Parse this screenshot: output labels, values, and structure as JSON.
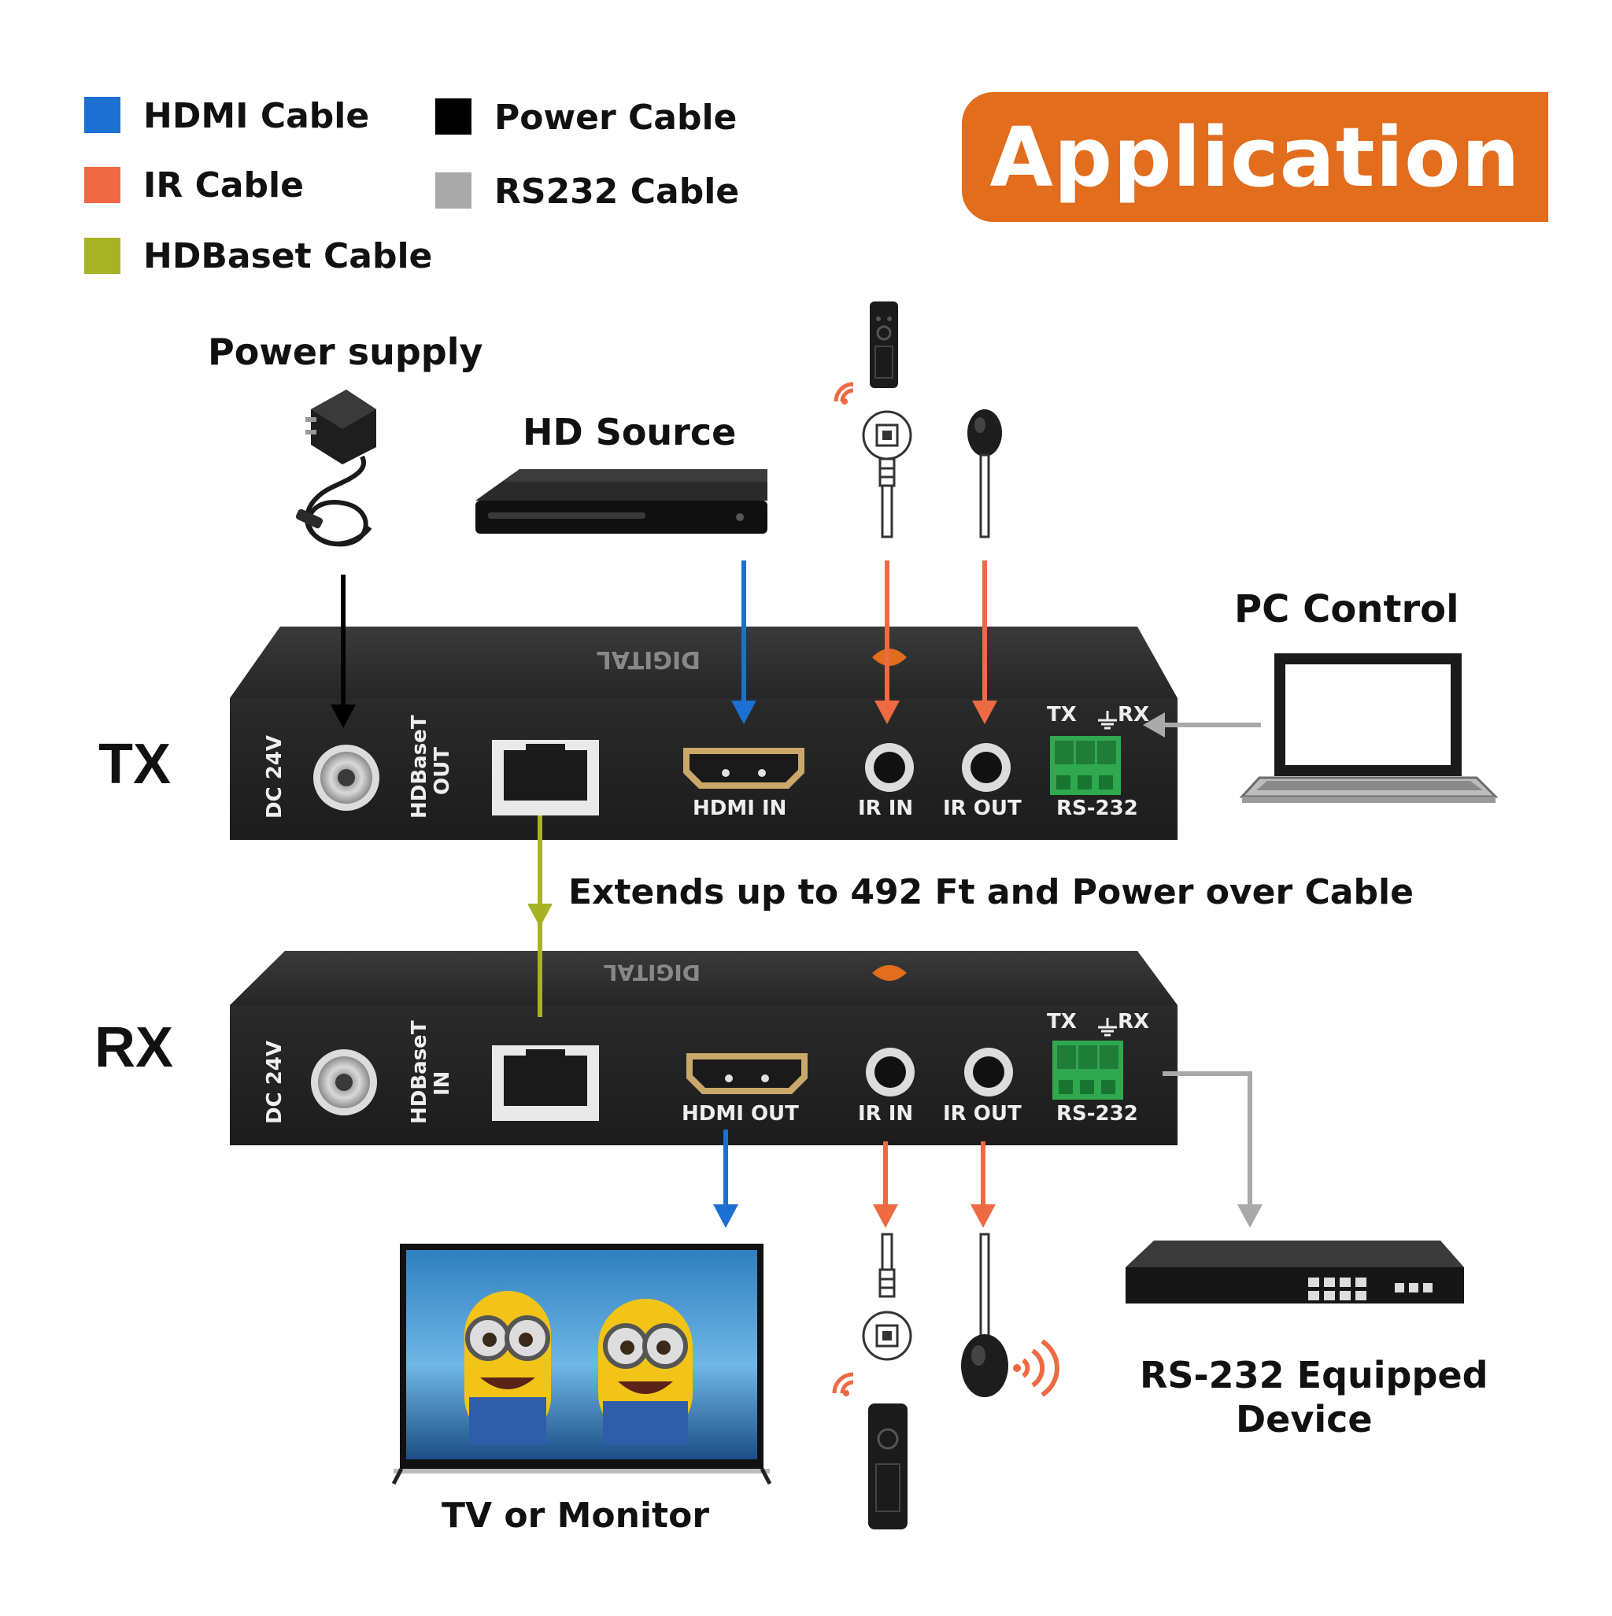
{
  "legend": {
    "items": [
      {
        "label": "HDMI Cable",
        "color": "#1d6fd1"
      },
      {
        "label": "IR Cable",
        "color": "#ee6a43"
      },
      {
        "label": "HDBaset Cable",
        "color": "#a7b325"
      },
      {
        "label": "Power Cable",
        "color": "#000000"
      },
      {
        "label": "RS232 Cable",
        "color": "#a9a9a9"
      }
    ]
  },
  "banner": {
    "label": "Application",
    "color": "#e16d1d"
  },
  "devices": {
    "power_supply": "Power supply",
    "hd_source": "HD Source",
    "pc_control": "PC Control",
    "tv_monitor": "TV or Monitor",
    "rs232_device_line1": "RS-232 Equipped",
    "rs232_device_line2": "Device"
  },
  "units": {
    "tx_label": "TX",
    "rx_label": "RX",
    "extends_note": "Extends up to 492 Ft and Power over Cable"
  },
  "tx_ports": {
    "dc": "DC 24V",
    "hdbaset_line1": "HDBaseT",
    "hdbaset_line2": "OUT",
    "hdmi": "HDMI IN",
    "ir_in": "IR IN",
    "ir_out": "IR OUT",
    "rs232": "RS-232",
    "rs232_tx": "TX",
    "rs232_rx": "RX"
  },
  "rx_ports": {
    "dc": "DC 24V",
    "hdbaset_line1": "HDBaseT",
    "hdbaset_line2": "IN",
    "hdmi": "HDMI OUT",
    "ir_in": "IR IN",
    "ir_out": "IR OUT",
    "rs232": "RS-232",
    "rs232_tx": "TX",
    "rs232_rx": "RX"
  },
  "colors": {
    "hdmi": "#1d6fd1",
    "ir": "#ee6a43",
    "hdbaset": "#a7b325",
    "power": "#000000",
    "rs232": "#a9a9a9",
    "unit_body": "#2b2b2b",
    "terminal_green": "#2fa84f"
  }
}
